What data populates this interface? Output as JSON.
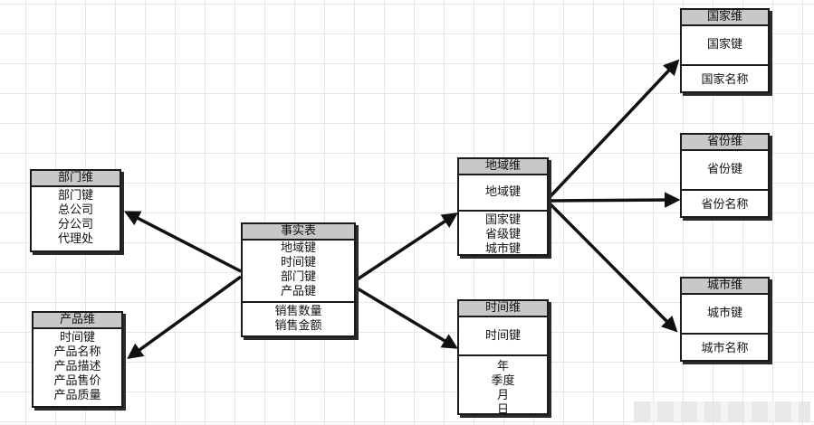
{
  "entities": {
    "department": {
      "title": "部门维",
      "fields": [
        "部门键",
        "总公司",
        "分公司",
        "代理处"
      ]
    },
    "product": {
      "title": "产品维",
      "fields": [
        "时间键",
        "产品名称",
        "产品描述",
        "产品售价",
        "产品质量"
      ]
    },
    "fact": {
      "title": "事实表",
      "keys": [
        "地域键",
        "时间键",
        "部门键",
        "产品键"
      ],
      "measures": [
        "销售数量",
        "销售金额"
      ]
    },
    "region": {
      "title": "地域维",
      "keys": [
        "地域键"
      ],
      "fields": [
        "国家键",
        "省级键",
        "城市键"
      ]
    },
    "time": {
      "title": "时间维",
      "keys": [
        "时间键"
      ],
      "fields": [
        "年",
        "季度",
        "月",
        "日"
      ]
    },
    "country": {
      "title": "国家维",
      "keys": [
        "国家键"
      ],
      "fields": [
        "国家名称"
      ]
    },
    "province": {
      "title": "省份维",
      "keys": [
        "省份键"
      ],
      "fields": [
        "省份名称"
      ]
    },
    "city": {
      "title": "城市维",
      "keys": [
        "城市键"
      ],
      "fields": [
        "城市名称"
      ]
    }
  },
  "colors": {
    "line": "#111111",
    "header": "#c8c8c8",
    "border": "#1a1a1a",
    "grid": "#e6e6e6"
  }
}
